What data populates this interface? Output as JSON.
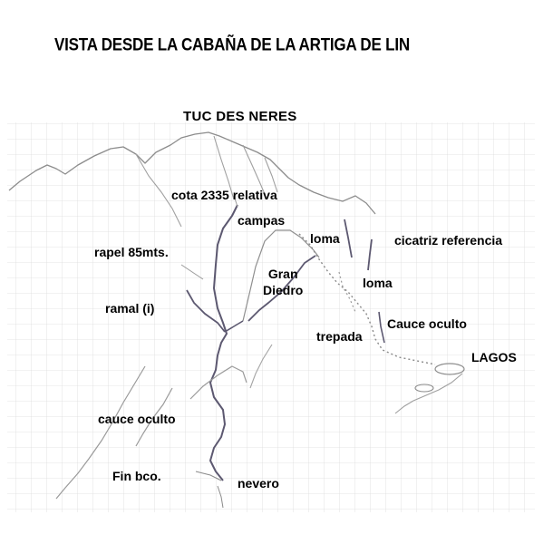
{
  "title": "VISTA DESDE LA CABAÑA DE LA ARTIGA DE LIN",
  "labels": {
    "peak": "TUC DES NERES",
    "cota": "cota 2335 relativa",
    "campas": "campas",
    "loma_upper": "loma",
    "cicatriz": "cicatriz referencia",
    "rapel": "rapel 85mts.",
    "gran": "Gran",
    "diedro": "Diedro",
    "loma_lower": "loma",
    "ramal": "ramal (i)",
    "cauce_oculto_right": "Cauce oculto",
    "trepada": "trepada",
    "lagos": "LAGOS",
    "cauce_oculto_left": "cauce oculto",
    "fin_bco": "Fin bco.",
    "nevero": "nevero"
  },
  "colors": {
    "grid": "#d9d9d9",
    "pencil": "#9a9a9a",
    "pencil_dark": "#6a6a6a",
    "gully": "#5e5a6e",
    "text": "#000000"
  }
}
